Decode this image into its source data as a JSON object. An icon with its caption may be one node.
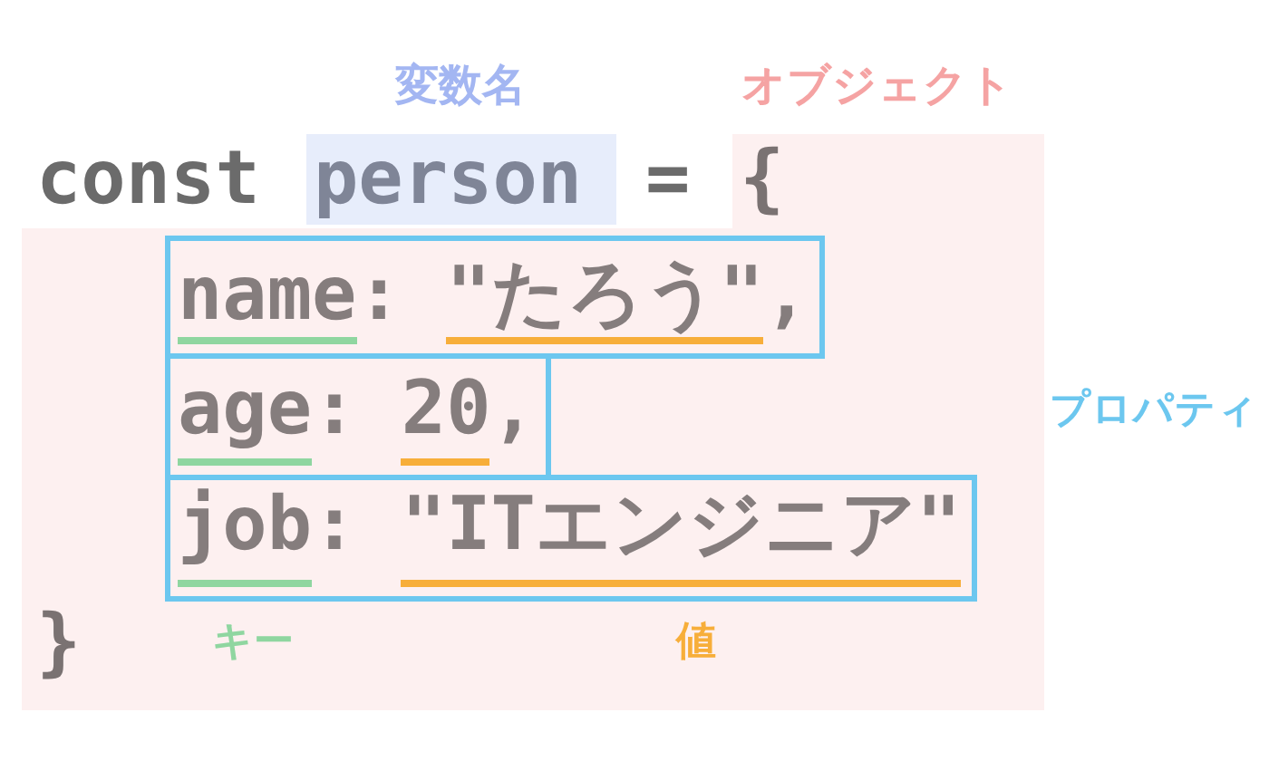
{
  "diagram": {
    "nodes": [
      {
        "text": [
          "変数名",
          "person"
        ]
      },
      {
        "text": [
          "オブジェクト",
          "{",
          "}"
        ]
      },
      {
        "text": [
          "name",
          ":",
          "\"たろう\"",
          ","
        ],
        "in": 1
      },
      {
        "text": [
          "age",
          ":",
          "20",
          ","
        ],
        "in": 1
      },
      {
        "text": [
          "job",
          ":",
          "\"ITエンジニア\""
        ],
        "in": 1
      }
    ],
    "labels": [
      "const",
      "=",
      "プロパティ",
      "キー",
      "値"
    ]
  }
}
